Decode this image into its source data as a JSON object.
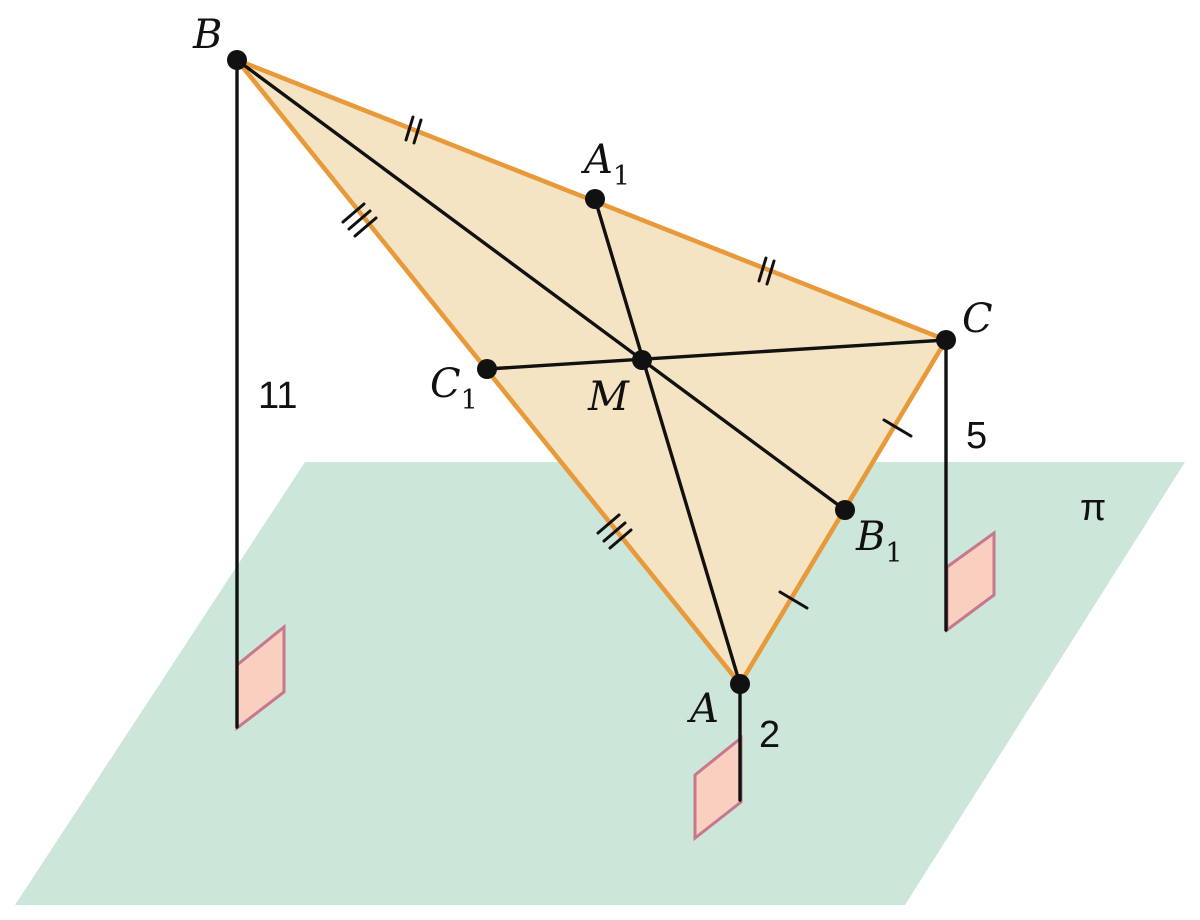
{
  "colors": {
    "plane_fill": "#CCE6DA",
    "triangle_fill": "#F4E4C4",
    "triangle_edge": "#E8993A",
    "line": "#111111",
    "right_angle_fill": "#F9CFC0",
    "right_angle_edge": "#C7788A"
  },
  "plane": {
    "label": "π"
  },
  "vertices": {
    "B": {
      "label": "B"
    },
    "C": {
      "label": "C"
    },
    "A": {
      "label": "A"
    }
  },
  "midpoints": {
    "A1": {
      "label": "A",
      "sub": "1"
    },
    "B1": {
      "label": "B",
      "sub": "1"
    },
    "C1": {
      "label": "C",
      "sub": "1"
    }
  },
  "centroid": {
    "label": "M"
  },
  "distances": {
    "B": "11",
    "C": "5",
    "A": "2"
  },
  "tick_marks": {
    "BC": 2,
    "BA": 3,
    "CA": 1
  }
}
